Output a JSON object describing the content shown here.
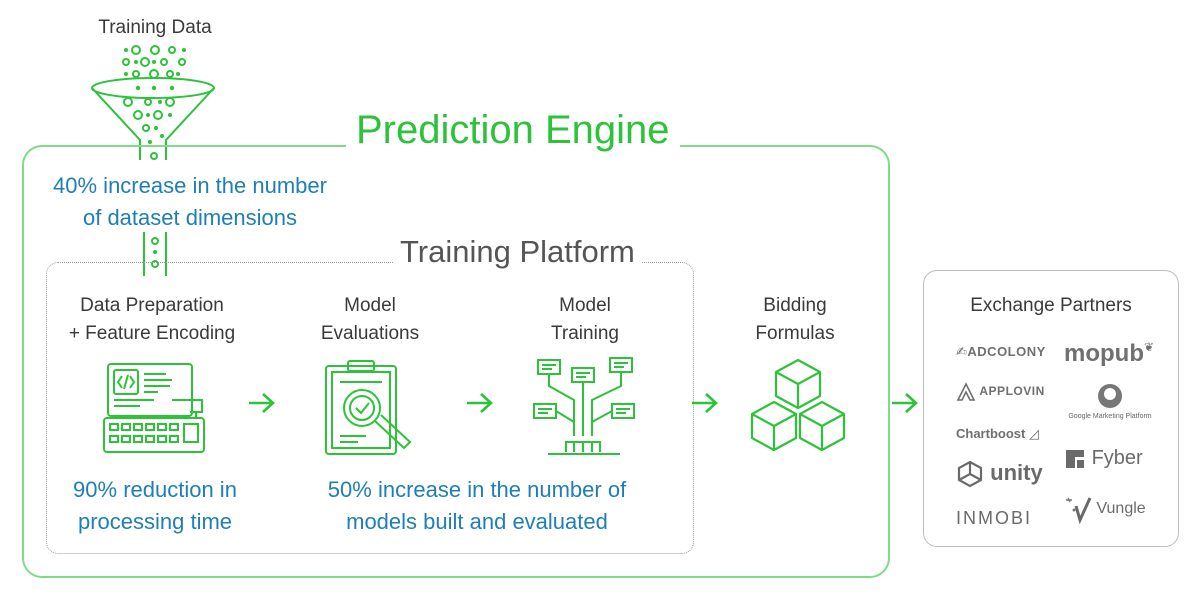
{
  "training_data_label": "Training Data",
  "prediction_engine_title": "Prediction Engine",
  "dimensions_stat": [
    "40% increase in the number",
    "of dataset dimensions"
  ],
  "training_platform_title": "Training Platform",
  "steps": [
    {
      "label": [
        "Data Preparation",
        "+ Feature Encoding"
      ],
      "icon": "coding-keyboard-icon"
    },
    {
      "label": [
        "Model",
        "Evaluations"
      ],
      "icon": "clipboard-magnifier-icon"
    },
    {
      "label": [
        "Model",
        "Training"
      ],
      "icon": "decision-tree-icon"
    },
    {
      "label": [
        "Bidding",
        "Formulas"
      ],
      "icon": "cubes-icon"
    }
  ],
  "processing_stat": [
    "90% reduction in",
    "processing time"
  ],
  "models_stat": [
    "50% increase in the number of",
    "models built and evaluated"
  ],
  "exchange_partners_title": "Exchange Partners",
  "partners": [
    "ADCOLONY",
    "mopub",
    "APPLOVIN",
    "Google Marketing Platform",
    "Chartboost",
    "Fyber",
    "unity",
    "Vungle",
    "INMOBI"
  ],
  "colors": {
    "accent_green": "#2cc33a",
    "stat_blue": "#1f7fb5",
    "label_gray": "#3a3a3a"
  }
}
